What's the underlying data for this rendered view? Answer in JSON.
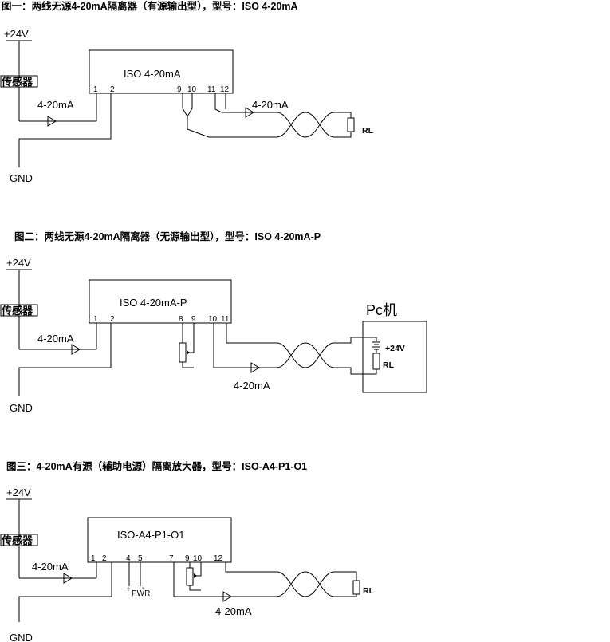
{
  "figures": [
    {
      "title": "图一：两线无源4-20mA隔离器（有源输出型），型号：ISO 4-20mA",
      "supply": "+24V",
      "sensor": "传感器",
      "gnd": "GND",
      "module": "ISO 4-20mA",
      "pins": [
        "1",
        "2",
        "9",
        "10",
        "11",
        "12"
      ],
      "input_signal": "4-20mA",
      "output_signal": "4-20mA",
      "load": "RL"
    },
    {
      "title": "图二：两线无源4-20mA隔离器（无源输出型），型号：ISO 4-20mA-P",
      "supply": "+24V",
      "sensor": "传感器",
      "gnd": "GND",
      "module": "ISO 4-20mA-P",
      "pins": [
        "1",
        "2",
        "8",
        "9",
        "10",
        "11"
      ],
      "input_signal": "4-20mA",
      "output_signal": "4-20mA",
      "pc_label": "Pc机",
      "pc_supply": "+24V",
      "load": "RL"
    },
    {
      "title": "图三：4-20mA有源（辅助电源）隔离放大器，型号：ISO-A4-P1-O1",
      "supply": "+24V",
      "sensor": "传感器",
      "gnd": "GND",
      "module": "ISO-A4-P1-O1",
      "pins": [
        "1",
        "2",
        "4",
        "5",
        "7",
        "9",
        "10",
        "12"
      ],
      "pwr_plus": "+",
      "pwr_minus": "-",
      "pwr_label": "PWR",
      "input_signal": "4-20mA",
      "output_signal": "4-20mA",
      "load": "RL"
    }
  ]
}
